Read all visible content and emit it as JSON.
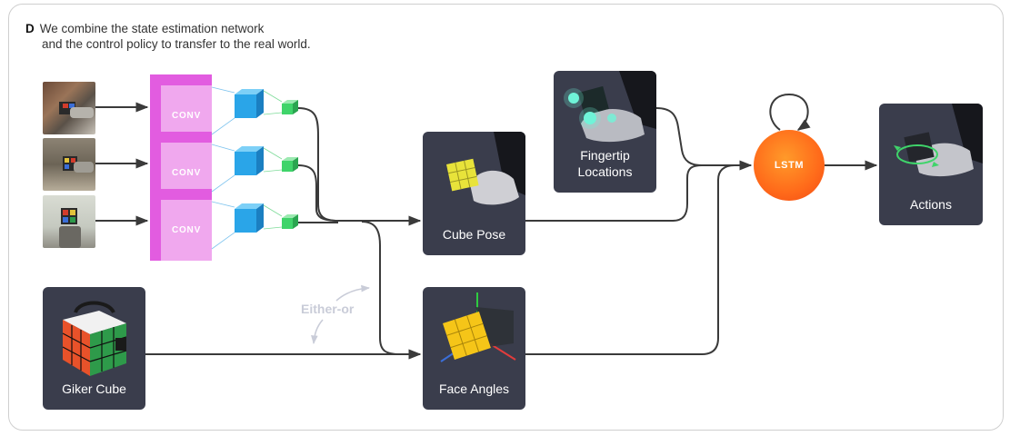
{
  "header": {
    "letter": "D",
    "line1": "We combine the state estimation network",
    "line2": "and the control policy to transfer to the real world."
  },
  "conv_blocks": [
    {
      "label": "CONV"
    },
    {
      "label": "CONV"
    },
    {
      "label": "CONV"
    }
  ],
  "cards": {
    "cube_pose": "Cube Pose",
    "fingertip": "Fingertip\nLocations",
    "face_angles": "Face Angles",
    "giker_cube": "Giker Cube",
    "actions": "Actions"
  },
  "lstm_label": "LSTM",
  "either_or": "Either-or",
  "colors": {
    "conv": "#e25ce0",
    "conv_light": "#f0a8ee",
    "feature_blue": "#2aa5e8",
    "feature_green": "#3fd46a",
    "card_bg": "#3a3d4c",
    "lstm": "#ff6a1a",
    "line": "#3a3a3a"
  }
}
